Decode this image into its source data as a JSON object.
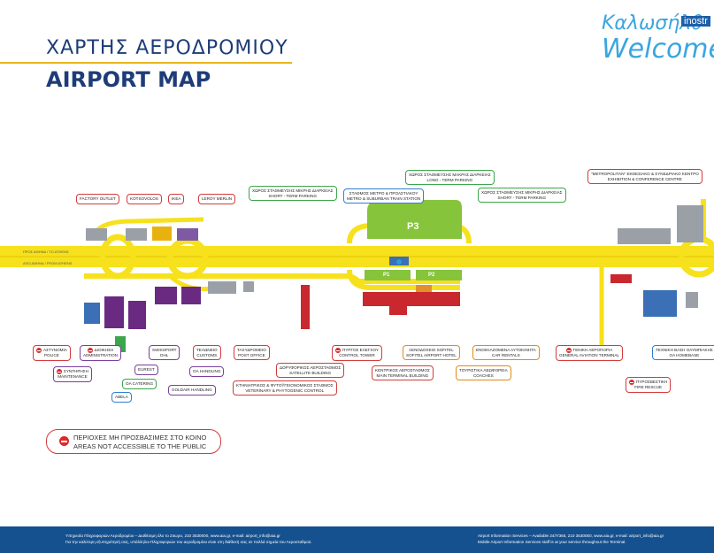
{
  "header": {
    "title_gr": "ΧΑΡΤΗΣ ΑΕΡΟΔΡΟΜΙΟΥ",
    "title_en": "AIRPORT MAP",
    "welcome_gr": "Καλωσήλθ",
    "welcome_en": "Welcome!",
    "welcome_tag": "inostr"
  },
  "roads": {
    "to_athens": "ΠΡΟΣ ΑΘΗΝΑ / TO ATHENS",
    "from_athens": "ΑΠΟ ΑΘΗΝΑ / FROM ATHENS"
  },
  "parking": {
    "p3": "P3",
    "p1": "P1",
    "p2": "P2"
  },
  "labels": {
    "factory_outlet": "FACTORY OUTLET",
    "kotsovolos": "KOTSOVOLOS",
    "ikea": "IKEA",
    "leroy_merlin": "LEROY MERLIN",
    "short_parking_left": [
      "ΧΩΡΟΣ ΣΤΑΘΜΕΥΣΗΣ ΜΙΚΡΗΣ ΔΙΑΡΚΕΙΑΣ",
      "SHORT - TERM PARKING"
    ],
    "long_parking": [
      "ΧΩΡΟΣ ΣΤΑΘΜΕΥΣΗΣ ΜΑΚΡΑΣ ΔΙΑΡΚΕΙΑΣ",
      "LONG - TERM PARKING"
    ],
    "metro_station": [
      "ΣΤΑΘΜΟΣ ΜΕΤΡΟ & ΠΡΟΑΣΤΙΑΚΟΥ",
      "METRO & SUBURBAN TRAIN STATION"
    ],
    "short_parking_right": [
      "ΧΩΡΟΣ ΣΤΑΘΜΕΥΣΗΣ ΜΙΚΡΗΣ ΔΙΑΡΚΕΙΑΣ",
      "SHORT - TERM PARKING"
    ],
    "metropolitan": [
      "\"METROPOLITAN\" ΕΚΘΕΣΙΑΚΟ & ΣΥΝΕΔΡΙΑΚΟ ΚΕΝΤΡΟ",
      "EXHIBITION & CONFERENCE CENTRE"
    ],
    "police": [
      "ΑΣΤΥΝΟΜΙΑ",
      "POLICE"
    ],
    "administration": [
      "ΔΙΟΙΚΗΣΗ",
      "ADMINISTRATION"
    ],
    "maintenance": [
      "ΣΥΝΤΗΡΗΣΗ",
      "MAINTENANCE"
    ],
    "eurest": "EUREST",
    "oa_catering": "OA CATERING",
    "abela": "ABELA",
    "swissport": [
      "SWISSPORT",
      "DHL"
    ],
    "oa_handling": "OA HANDLING",
    "goldair": "GOLDAIR HANDLING",
    "customs": [
      "ΤΕΛΩΝΕΙΟ",
      "CUSTOMS"
    ],
    "post_office": [
      "ΤΑΧΥΔΡΟΜΕΙΟ",
      "POST OFFICE"
    ],
    "veterinary": [
      "ΚΤΗΝΙΑΤΡΙΚΟΣ & ΦΥΤΟΫΓΕΙΟΝΟΜΙΚΟΣ ΣΤΑΘΜΟΣ",
      "VETERINARY & PHYTOGENIC CONTROL"
    ],
    "satellite": [
      "ΔΟΡΥΦΟΡΙΚΟΣ ΑΕΡΟΣΤΑΘΜΟΣ",
      "SATELLITE BUILDING"
    ],
    "control_tower": [
      "ΠΥΡΓΟΣ ΕΛΕΓΧΟΥ",
      "CONTROL TOWER"
    ],
    "sofitel": [
      "ΞΕΝΟΔΟΧΕΙΟ SOFITEL",
      "SOFITEL AIRPORT HOTEL"
    ],
    "main_terminal": [
      "ΚΕΝΤΡΙΚΟΣ ΑΕΡΟΣΤΑΘΜΟΣ",
      "MAIN TERMINAL BUILDING"
    ],
    "coaches": [
      "ΤΟΥΡΙΣΤΙΚΑ ΛΕΩΦΟΡΕΙΑ",
      "COACHES"
    ],
    "car_rentals": [
      "ΕΝΟΙΚΙΑΖΟΜΕΝΑ ΑΥΤΟΚΙΝΗΤΑ",
      "CAR RENTALS"
    ],
    "general_aviation": [
      "ΓΕΝΙΚΗ ΑΕΡΟΠΟΡΙΑ",
      "GENERAL AVIATION TERMINAL"
    ],
    "olympic_base": [
      "ΤΕΧΝΙΚΗ ΒΑΣΗ ΟΛΥΜΠΙΑΚΗΣ",
      "OA HOMEBASE"
    ],
    "fire_rescue": [
      "ΠΥΡΟΣΒΕΣΤΙΚΗ",
      "FIRE RESCUE"
    ]
  },
  "legend": {
    "line_gr": "ΠΕΡΙΟΧΕΣ ΜΗ ΠΡΟΣΒΑΣΙΜΕΣ ΣΤΟ ΚΟΙΝΟ",
    "line_en": "AREAS NOT ACCESSIBLE TO THE PUBLIC"
  },
  "footer": {
    "left_1": "Υπηρεσία Πληροφοριών Αεροδρομίου – Διαθέσιμη όλο το 24ωρο, 210 3530000, www.aia.gr, e-mail: airport_info@aia.gr",
    "left_2": "Για την καλύτερη εξυπηρέτησή σας, υπάλληλοι Πληροφοριών του αεροδρομίου είναι στη διάθεσή σας σε πολλά σημεία του Αεροσταθμού.",
    "right_1": "Airport Information Services – Available 24/7/365, 210 3530000, www.aia.gr, e-mail: airport_info@aia.gr",
    "right_2": "Mobile Airport Information Services staff is at your service throughout the Terminal."
  },
  "colors": {
    "road": "#f6e11c",
    "road_edge": "#e3c500",
    "p3": "#86c43b",
    "terminal": "#c8282e",
    "purple": "#6a2a82",
    "blue_bldg": "#3b6fb6",
    "footer": "#15508f",
    "title": "#1d3c78",
    "welcome": "#3aa6e0"
  }
}
